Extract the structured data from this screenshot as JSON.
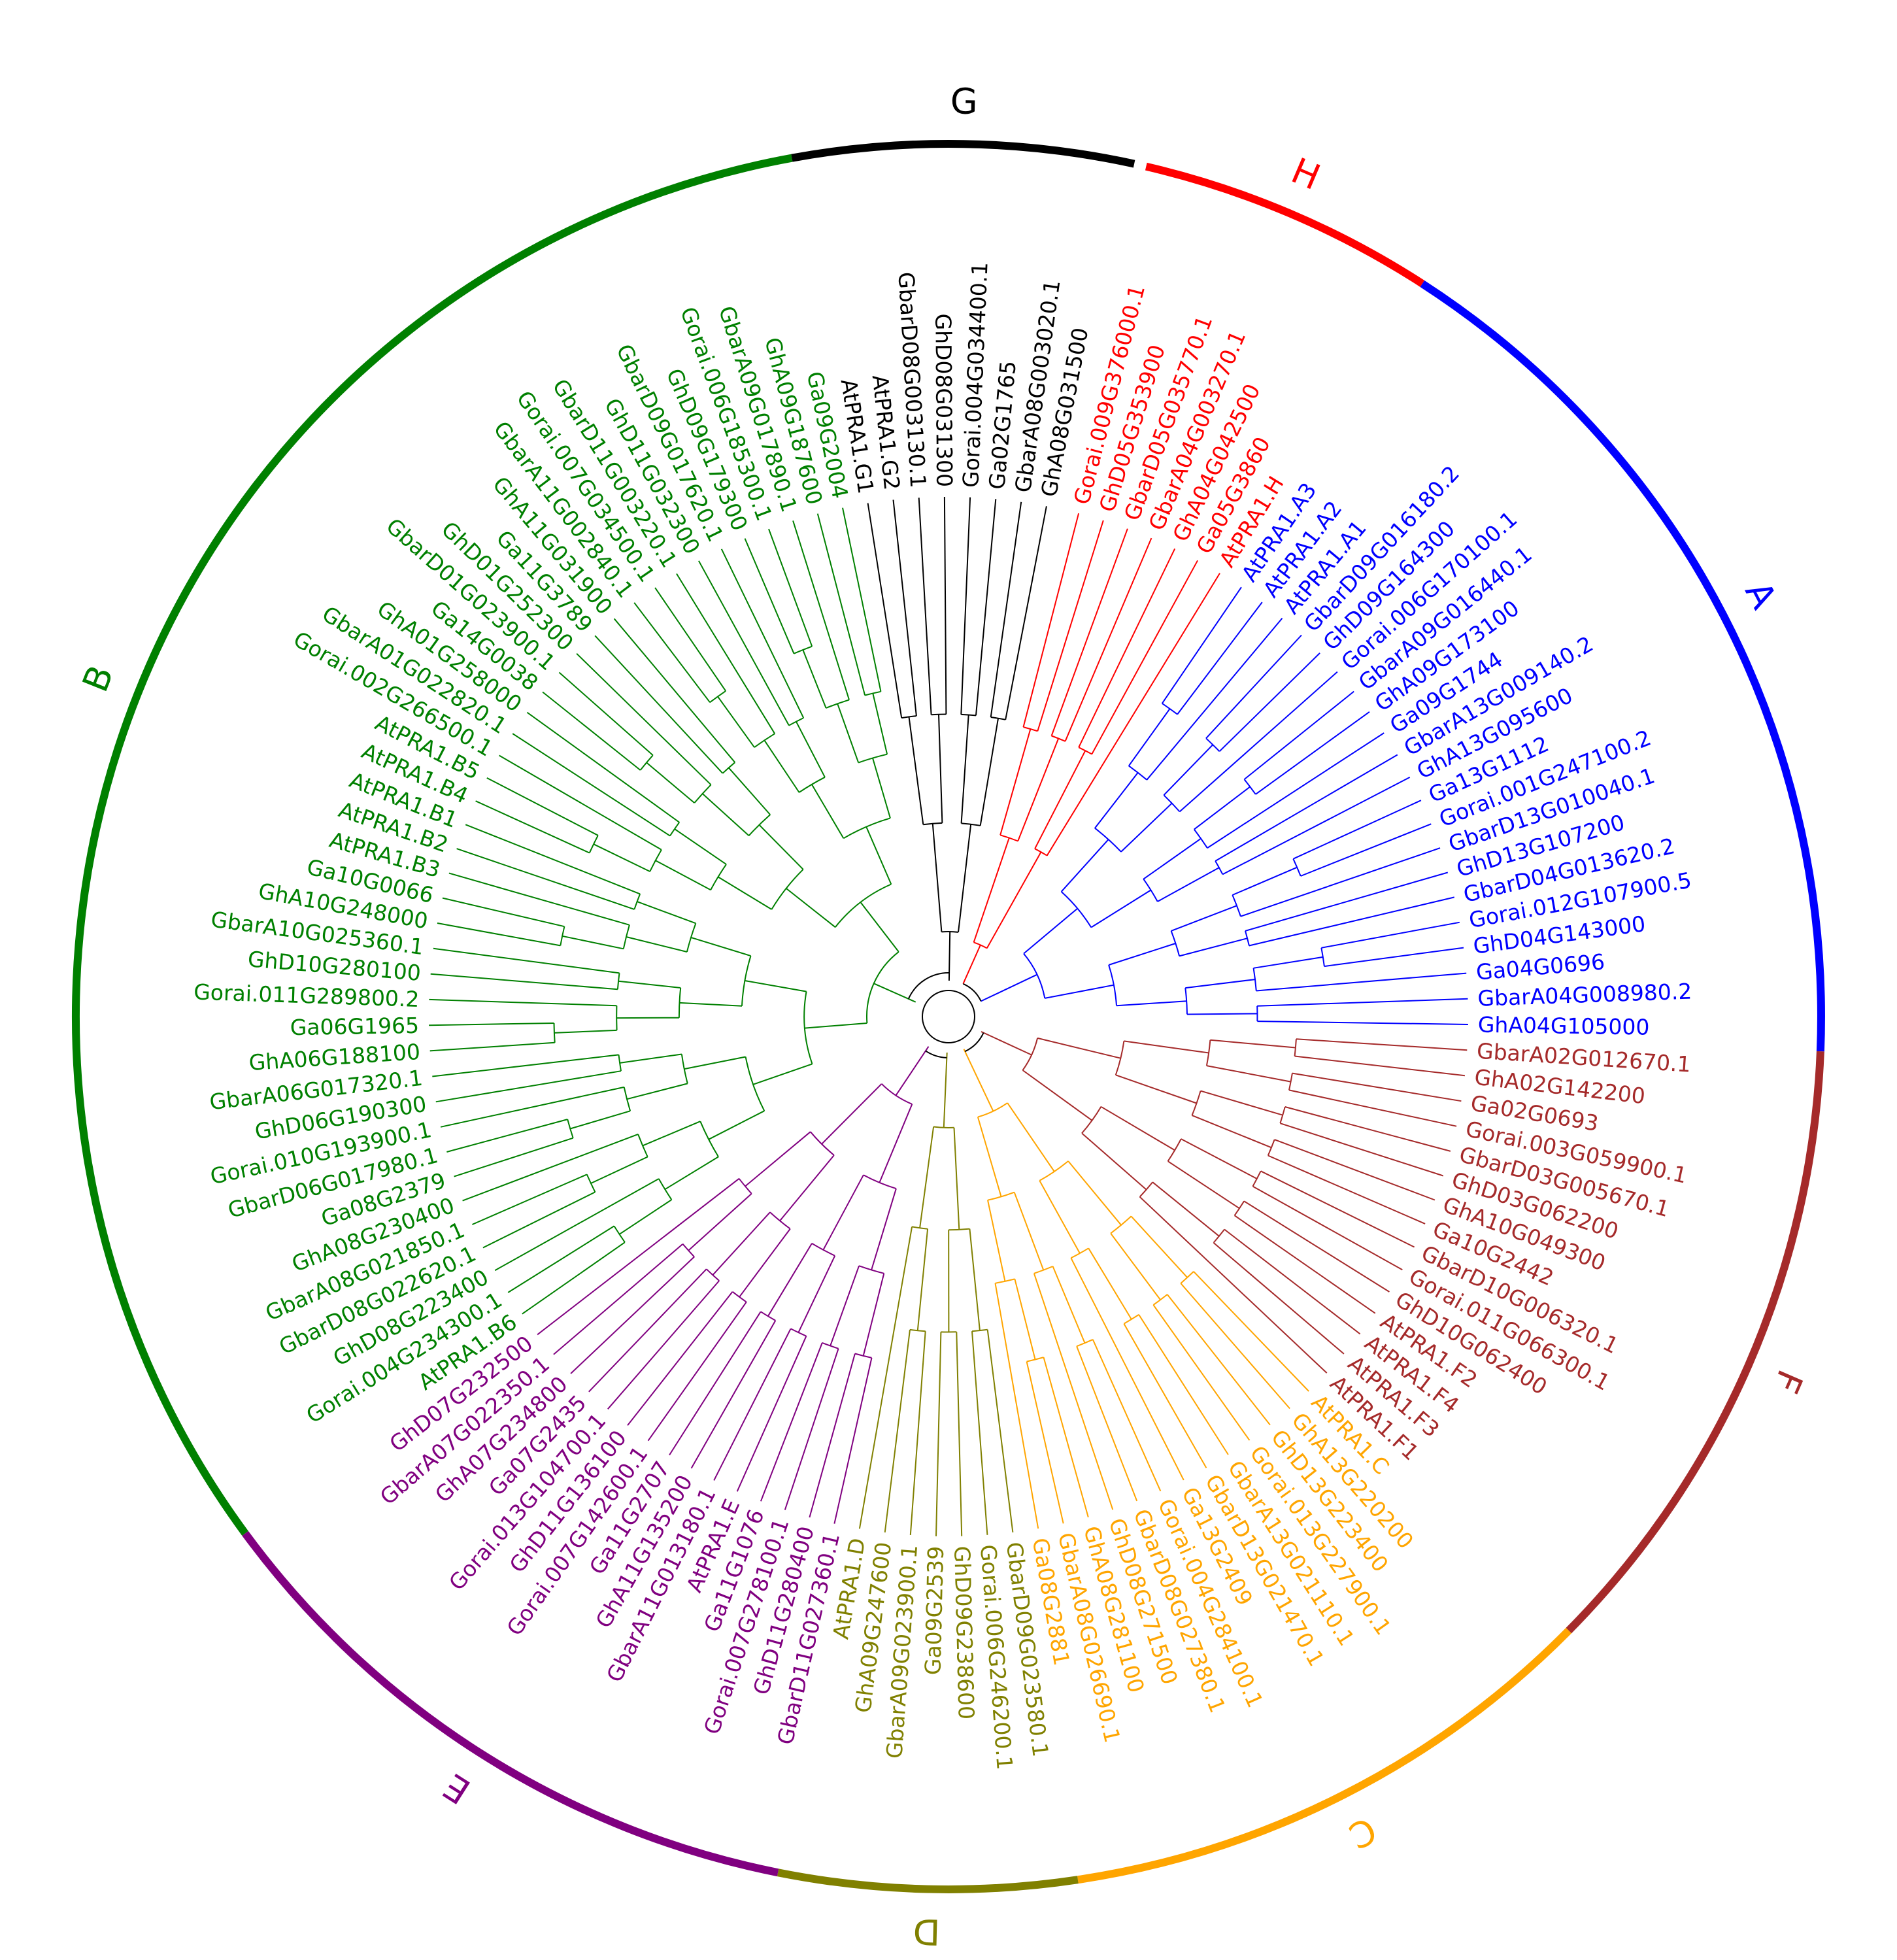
{
  "tree": {
    "clades": [
      {
        "id": "H",
        "label": "H",
        "color": "#ff0000",
        "leaves": [
          "Gorai.009G376000.1",
          "GhD05G353900",
          "GbarD05G035770.1",
          "GbarA04G003270.1",
          "GhA04G042500",
          "Ga05G3860",
          "AtPRA1.H"
        ]
      },
      {
        "id": "A",
        "label": "A",
        "color": "#0000ff",
        "leaves": [
          "AtPRA1.A3",
          "AtPRA1.A2",
          "AtPRA1.A1",
          "GbarD09G016180.2",
          "GhD09G164300",
          "Gorai.006G170100.1",
          "GbarA09G016440.1",
          "GhA09G173100",
          "Ga09G1744",
          "GbarA13G009140.2",
          "GhA13G095600",
          "Ga13G1112",
          "Gorai.001G247100.2",
          "GbarD13G010040.1",
          "GhD13G107200",
          "GbarD04G013620.2",
          "Gorai.012G107900.5",
          "GhD04G143000",
          "Ga04G0696",
          "GbarA04G008980.2",
          "GhA04G105000"
        ]
      },
      {
        "id": "F",
        "label": "F",
        "color": "#a52a2a",
        "leaves": [
          "GbarA02G012670.1",
          "GhA02G142200",
          "Ga02G0693",
          "Gorai.003G059900.1",
          "GbarD03G005670.1",
          "GhD03G062200",
          "GhA10G049300",
          "Ga10G2442",
          "GbarD10G006320.1",
          "Gorai.011G066300.1",
          "GhD10G062400",
          "AtPRA1.F2",
          "AtPRA1.F4",
          "AtPRA1.F3",
          "AtPRA1.F1"
        ]
      },
      {
        "id": "C",
        "label": "C",
        "color": "#ffa500",
        "leaves": [
          "AtPRA1.C",
          "GhA13G220200",
          "GhD13G223400",
          "Gorai.013G227900.1",
          "GbarA13G021110.1",
          "GbarD13G021470.1",
          "Ga13G2409",
          "Gorai.004G284100.1",
          "GbarD08G027380.1",
          "GhD08G271500",
          "GhA08G281100",
          "GbarA08G026690.1",
          "Ga08G2881"
        ]
      },
      {
        "id": "D",
        "label": "D",
        "color": "#808000",
        "leaves": [
          "GbarD09G023580.1",
          "Gorai.006G246200.1",
          "GhD09G238600",
          "Ga09G2539",
          "GbarA09G023900.1",
          "GhA09G247600",
          "AtPRA1.D"
        ]
      },
      {
        "id": "E",
        "label": "E",
        "color": "#800080",
        "leaves": [
          "GbarD11G027360.1",
          "GhD11G280400",
          "Gorai.007G278100.1",
          "Ga11G1076",
          "AtPRA1.E",
          "GbarA11G013180.1",
          "GhA11G135200",
          "Ga11G2707",
          "Gorai.007G142600.1",
          "GhD11G136100",
          "Gorai.013G104700.1",
          "Ga07G2435",
          "GhA07G234800",
          "GbarA07G022350.1",
          "GhD07G232500"
        ]
      },
      {
        "id": "B",
        "label": "B",
        "color": "#008000",
        "leaves": [
          "AtPRA1.B6",
          "Gorai.004G234300.1",
          "GhD08G223400",
          "GbarD08G022620.1",
          "GbarA08G021850.1",
          "GhA08G230400",
          "Ga08G2379",
          "GbarD06G017980.1",
          "Gorai.010G193900.1",
          "GhD06G190300",
          "GbarA06G017320.1",
          "GhA06G188100",
          "Ga06G1965",
          "Gorai.011G289800.2",
          "GhD10G280100",
          "GbarA10G025360.1",
          "GhA10G248000",
          "Ga10G0066",
          "AtPRA1.B3",
          "AtPRA1.B2",
          "AtPRA1.B1",
          "AtPRA1.B4",
          "AtPRA1.B5",
          "Gorai.002G266500.1",
          "GbarA01G022820.1",
          "GhA01G258000",
          "Ga14G0038",
          "GbarD01G023900.1",
          "GhD01G252300",
          "Ga11G3789",
          "GhA11G031900",
          "GbarA11G002840.1",
          "Gorai.007G034500.1",
          "GbarD11G003220.1",
          "GhD11G032300",
          "GbarD09G017620.1",
          "GhD09G179300",
          "Gorai.006G185300.1",
          "GbarA09G017890.1",
          "GhA09G187600",
          "Ga09G2004"
        ]
      },
      {
        "id": "G",
        "label": "G",
        "color": "#000000",
        "leaves": [
          "AtPRA1.G1",
          "AtPRA1.G2",
          "GbarD08G003130.1",
          "GhD08G031300",
          "Gorai.004G034400.1",
          "Ga02G1765",
          "GbarA08G003020.1",
          "GhA08G031500"
        ]
      }
    ]
  }
}
